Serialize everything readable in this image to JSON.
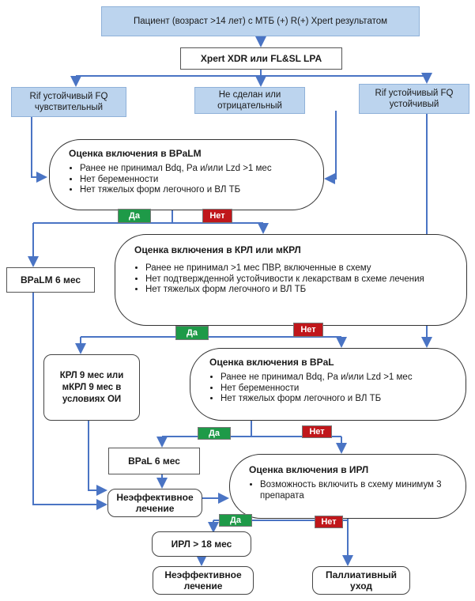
{
  "nodes": {
    "patient": "Пациент (возраст >14 лет) с МТБ (+) R(+) Xpert результатом",
    "xpert": "Xpert XDR или FL&SL LPA",
    "rif_sens": "Rif устойчивый FQ чувствительный",
    "not_done": "Не сделан или отрицательный",
    "rif_res": "Rif устойчивый FQ устойчивый",
    "bpalm6": "BPaLM 6 мес",
    "krl9": "КРЛ 9 мес или мКРЛ 9 мес в условиях ОИ",
    "bpal6": "BPaL 6 мес",
    "ineff1": "Неэффективное лечение",
    "irl18": "ИРЛ > 18 мес",
    "ineff2": "Неэффективное лечение",
    "palliative": "Паллиативный уход"
  },
  "assess": {
    "bpalm": {
      "title": "Оценка включения в BPaLM",
      "items": [
        "Ранее не принимал Bdq, Pa и/или Lzd >1 мес",
        "Нет беременности",
        "Нет тяжелых форм легочного и ВЛ ТБ"
      ]
    },
    "krl": {
      "title": "Оценка включения в КРЛ или мКРЛ",
      "items": [
        "Ранее не принимал >1 мес ПВР, включенные в схему",
        "Нет подтвержденной устойчивости к лекарствам в схеме лечения",
        "Нет тяжелых форм легочного и ВЛ ТБ"
      ]
    },
    "bpal": {
      "title": "Оценка включения в BPaL",
      "items": [
        "Ранее не принимал Bdq, Pa и/или Lzd >1 мес",
        "Нет беременности",
        "Нет тяжелых форм легочного и ВЛ ТБ"
      ]
    },
    "irl": {
      "title": "Оценка включения в ИРЛ",
      "items": [
        "Возможность включить в схему минимум 3 препарата"
      ]
    }
  },
  "tags": {
    "yes": "Да",
    "no": "Нет"
  },
  "colors": {
    "line": "#4a74c4",
    "yes": "#1e9a48",
    "no": "#c0171b",
    "header_fill": "#bcd4ee"
  }
}
